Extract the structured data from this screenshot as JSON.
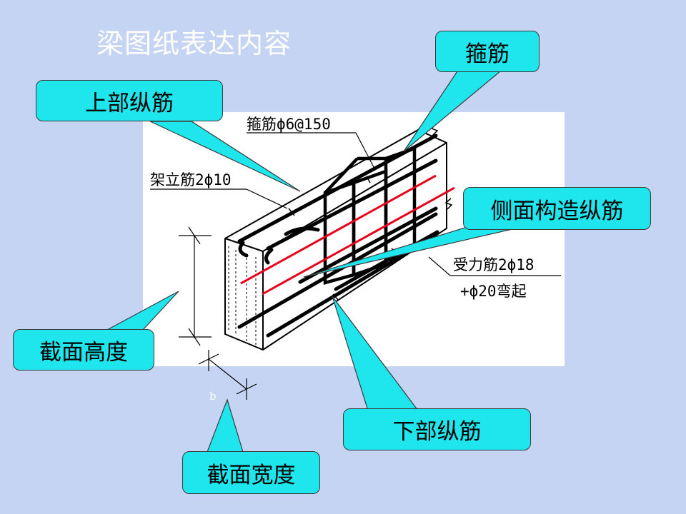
{
  "title": "梁图纸表达内容",
  "callouts": {
    "top_longitudinal": "上部纵筋",
    "stirrup": "箍筋",
    "side_longitudinal": "侧面构造纵筋",
    "section_height": "截面高度",
    "bottom_longitudinal": "下部纵筋",
    "section_width": "截面宽度"
  },
  "annotations": {
    "stirrup_spec": "箍筋ϕ6@150",
    "erection_bar": "架立筋2ϕ10",
    "main_bar_line1": "受力筋2ϕ18",
    "main_bar_line2": "+ϕ20弯起"
  },
  "dimension_b": "b",
  "colors": {
    "background": "#c5d4f2",
    "callout_fill": "#1ee6ec",
    "red_bar": "#e8001a"
  }
}
